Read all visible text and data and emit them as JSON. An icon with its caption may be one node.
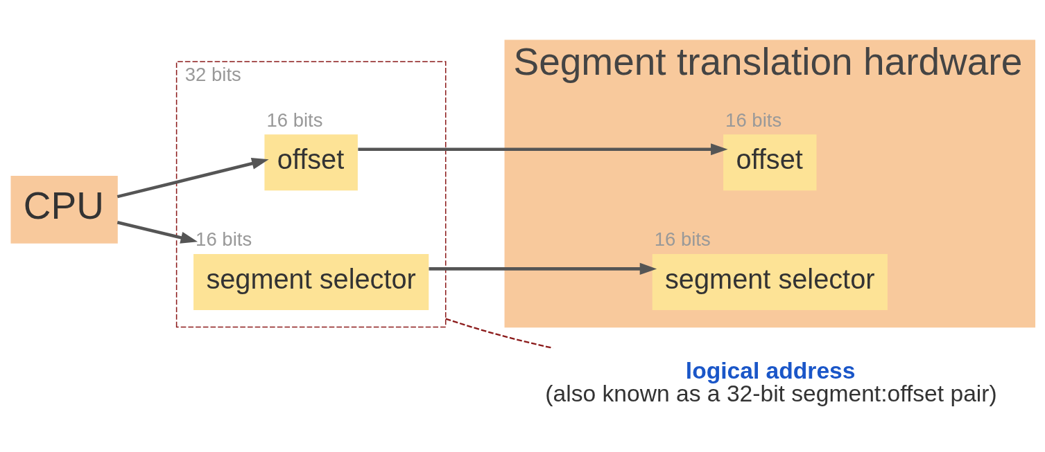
{
  "diagram": {
    "nodes": [
      {
        "text": [
          "CPU"
        ]
      },
      {
        "text": [
          "32 bits"
        ]
      },
      {
        "text": [
          "segment selector"
        ],
        "in": 1,
        "beside": [
          "16 bits"
        ]
      },
      {
        "text": [
          "offset"
        ],
        "in": 1,
        "beside": [
          "16 bits"
        ]
      },
      {
        "text": [
          "Segment translation hardware"
        ]
      },
      {
        "text": [
          "segment selector"
        ],
        "in": 4,
        "beside": [
          "16 bits"
        ]
      },
      {
        "text": [
          "offset"
        ],
        "in": 4,
        "beside": [
          "16 bits"
        ]
      },
      {
        "text": [
          "logical address",
          "(also known as a 32-bit segment:offset pair)"
        ]
      }
    ],
    "edges": [
      {
        "from": 0,
        "to": 2,
        "arrow": "to"
      },
      {
        "from": 0,
        "to": 3,
        "arrow": "to"
      },
      {
        "from": 2,
        "to": 5,
        "arrow": "to"
      },
      {
        "from": 3,
        "to": 6,
        "arrow": "to"
      },
      {
        "from": 1,
        "to": 7,
        "arrow": "none",
        "style": "dashed",
        "color": "#8b1a1a"
      }
    ]
  }
}
